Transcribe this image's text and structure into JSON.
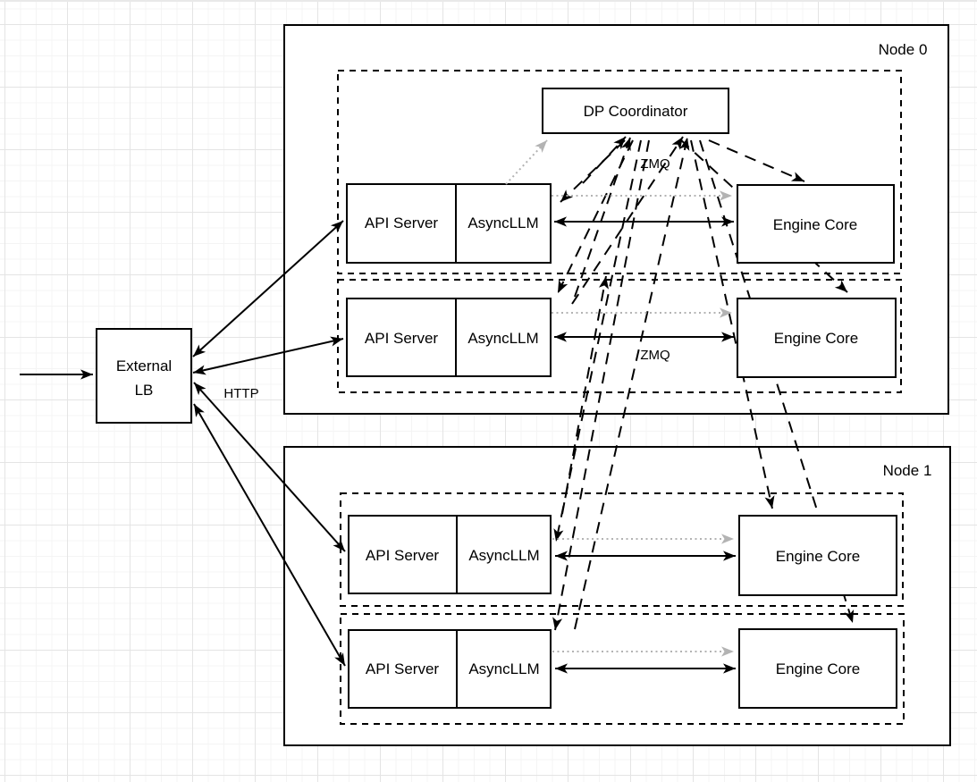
{
  "external_lb": {
    "line1": "External",
    "line2": "LB"
  },
  "dp_coordinator": {
    "label": "DP Coordinator"
  },
  "node0": {
    "label": "Node 0"
  },
  "node1": {
    "label": "Node 1"
  },
  "rows": [
    {
      "api_server": "API Server",
      "asyncllm": "AsyncLLM",
      "engine_core": "Engine Core"
    },
    {
      "api_server": "API Server",
      "asyncllm": "AsyncLLM",
      "engine_core": "Engine Core"
    },
    {
      "api_server": "API Server",
      "asyncllm": "AsyncLLM",
      "engine_core": "Engine Core"
    },
    {
      "api_server": "API Server",
      "asyncllm": "AsyncLLM",
      "engine_core": "Engine Core"
    }
  ],
  "labels": {
    "http": "HTTP",
    "zmq_coordinator": "ZMQ",
    "zmq_engine": "ZMQ"
  },
  "colors": {
    "stroke": "#000000",
    "gray_link": "#b3b3b3",
    "box_fill": "#ffffff",
    "grid_minor": "#f4f4f4",
    "grid_major": "#e4e4e4"
  }
}
